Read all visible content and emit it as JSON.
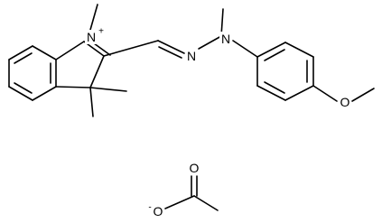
{
  "atoms": {
    "indolium_n": "N",
    "indolium_charge": "+",
    "imine_n": "N",
    "hydrazine_n": "N",
    "ether_o": "O",
    "carbonyl_o": "O",
    "carboxylate_o": "O",
    "carboxylate_charge": "-"
  }
}
